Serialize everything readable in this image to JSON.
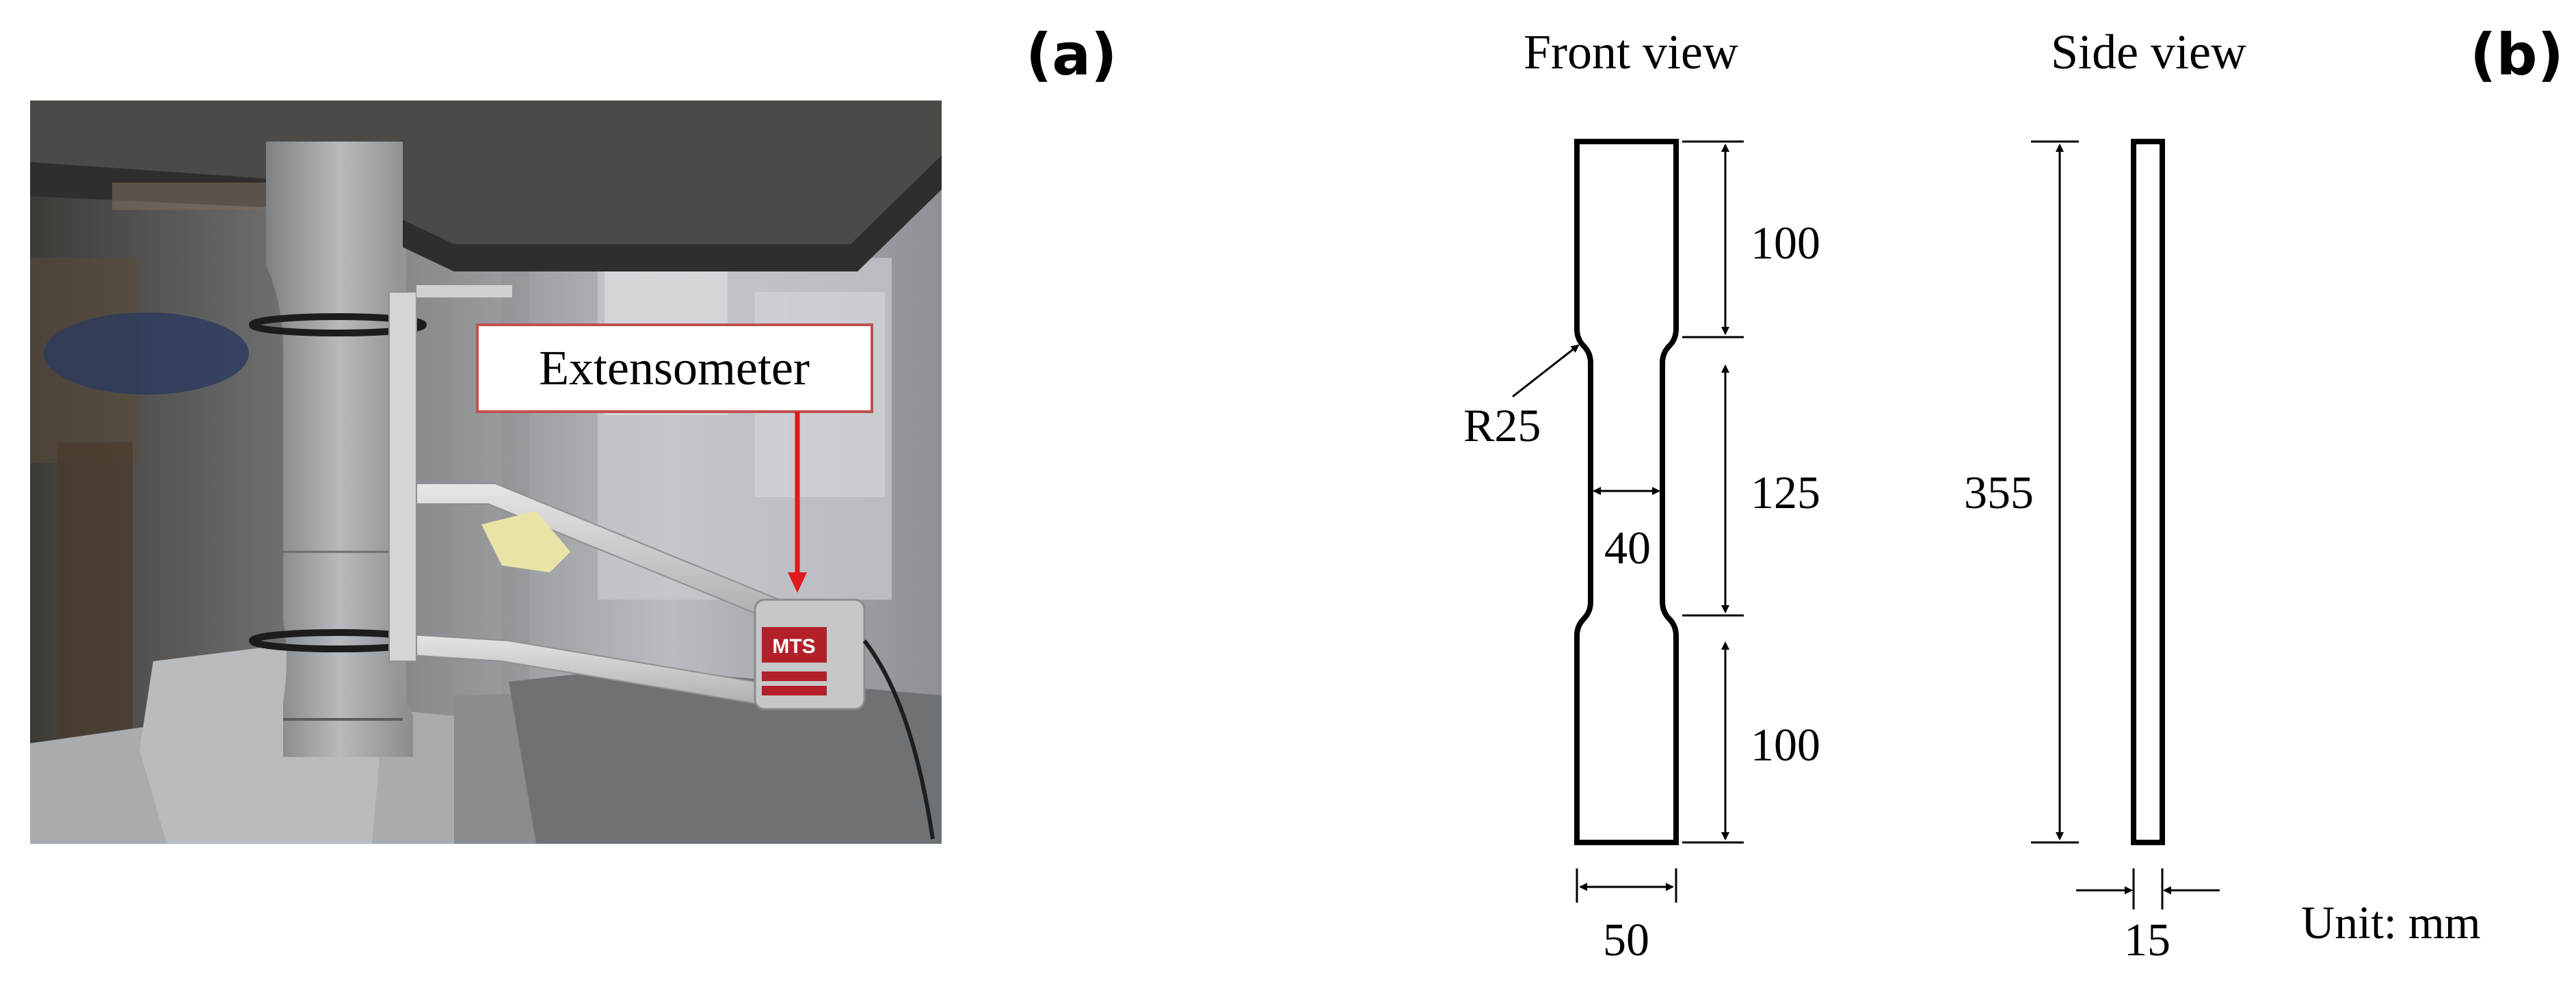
{
  "panels": {
    "a": {
      "label": "(a)",
      "callout": "Extensometer",
      "device_brand": "MTS"
    },
    "b": {
      "label": "(b)",
      "front_view_title": "Front view",
      "side_view_title": "Side view",
      "dimensions": {
        "grip_top": "100",
        "gauge": "125",
        "grip_bottom": "100",
        "gauge_width": "40",
        "fillet_radius": "R25",
        "total_width": "50",
        "total_length": "355",
        "thickness": "15"
      },
      "unit": "Unit: mm"
    }
  },
  "colors": {
    "callout_arrow": "#e0191b",
    "callout_border": "#c0504d",
    "line": "#000000"
  }
}
